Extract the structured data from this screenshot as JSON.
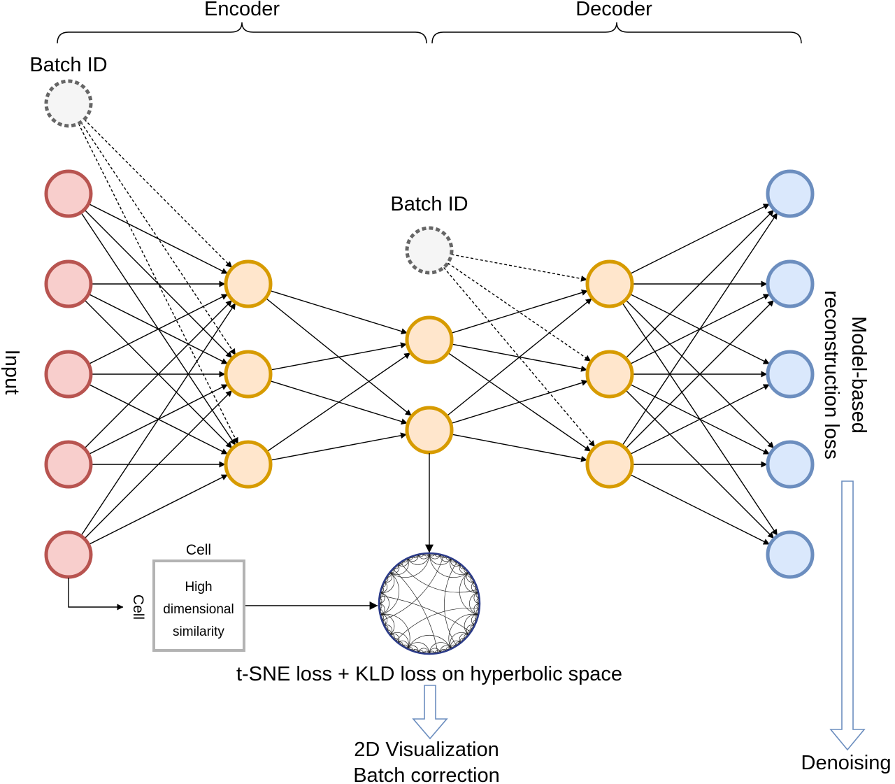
{
  "labels": {
    "encoder": "Encoder",
    "decoder": "Decoder",
    "batch_id_encoder": "Batch ID",
    "batch_id_decoder": "Batch ID",
    "input": "Input",
    "reconstruction_loss_line1": "Model-based",
    "reconstruction_loss_line2": "reconstruction loss",
    "cell_top": "Cell",
    "cell_left": "Cell",
    "similarity_line1": "High",
    "similarity_line2": "dimensional",
    "similarity_line3": "similarity",
    "tsne_loss": "t-SNE loss + KLD loss on hyperbolic space",
    "visualization_line1": "2D Visualization",
    "visualization_line2": "Batch correction",
    "denoising": "Denoising"
  },
  "network": {
    "layers": [
      {
        "name": "input",
        "units": 5
      },
      {
        "name": "encoder-hidden",
        "units": 3
      },
      {
        "name": "latent",
        "units": 2
      },
      {
        "name": "decoder-hidden",
        "units": 3
      },
      {
        "name": "output",
        "units": 5
      }
    ],
    "batch_id_inputs": [
      "encoder-hidden",
      "decoder-hidden"
    ]
  },
  "colors": {
    "input_fill": "#f8cecc",
    "input_stroke": "#b85450",
    "hidden_fill": "#ffe6cc",
    "hidden_stroke": "#d79b00",
    "output_fill": "#dae8fc",
    "output_stroke": "#6c8ebf",
    "batch_fill": "#f5f5f5",
    "batch_stroke": "#666666"
  }
}
